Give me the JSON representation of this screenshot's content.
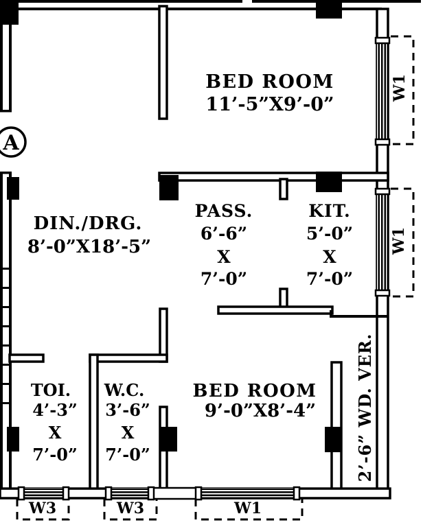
{
  "plan": {
    "unit": {
      "label": "A"
    },
    "rooms": {
      "bedroom_top": {
        "name": "BED ROOM",
        "dim": "11’-5”X9’-0”"
      },
      "din_drg": {
        "name": "DIN./DRG.",
        "dim": "8’-0”X18’-5”"
      },
      "pass": {
        "name": "PASS.",
        "width": "6’-6”",
        "by": "X",
        "depth": "7’-0”"
      },
      "kit": {
        "name": "KIT.",
        "width": "5’-0”",
        "by": "X",
        "depth": "7’-0”"
      },
      "toi": {
        "name": "TOI.",
        "width": "4’-3”",
        "by": "X",
        "depth": "7’-0”"
      },
      "wc": {
        "name": "W.C.",
        "width": "3’-6”",
        "by": "X",
        "depth": "7’-0”"
      },
      "bedroom_bottom": {
        "name": "BED ROOM",
        "dim": "9’-0”X8’-4”"
      },
      "verandah": {
        "name": "2’-6” WD. VER."
      }
    },
    "windows": {
      "w1_right_top": "W1",
      "w1_right_mid": "W1",
      "w3_left": "W3",
      "w3_mid": "W3",
      "w1_bottom": "W1"
    },
    "colors": {
      "wall": "#000000",
      "background": "#ffffff"
    }
  }
}
